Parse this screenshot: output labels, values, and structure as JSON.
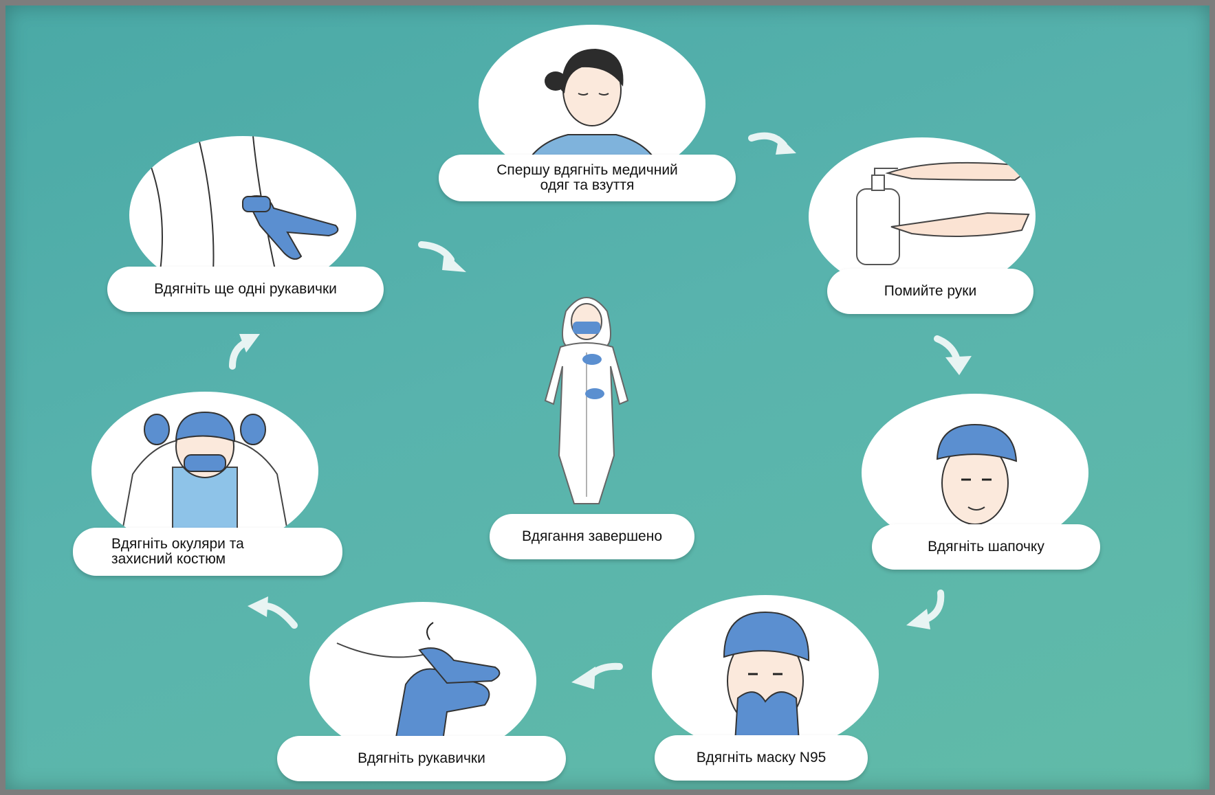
{
  "steps": {
    "clothes": "Спершу вдягніть медичний\nодяг та взуття",
    "wash": "Помийте руки",
    "cap": "Вдягніть шапочку",
    "mask": "Вдягніть маску N95",
    "gloves": "Вдягніть рукавички",
    "goggles": "Вдягніть окуляри та\nзахисний костюм",
    "gloves2": "Вдягніть ще одні рукавички",
    "done": "Вдягання завершено"
  },
  "colors": {
    "background": "#58b3ad",
    "glove_blue": "#5b8fd0",
    "arrow": "#e8f4f3"
  }
}
